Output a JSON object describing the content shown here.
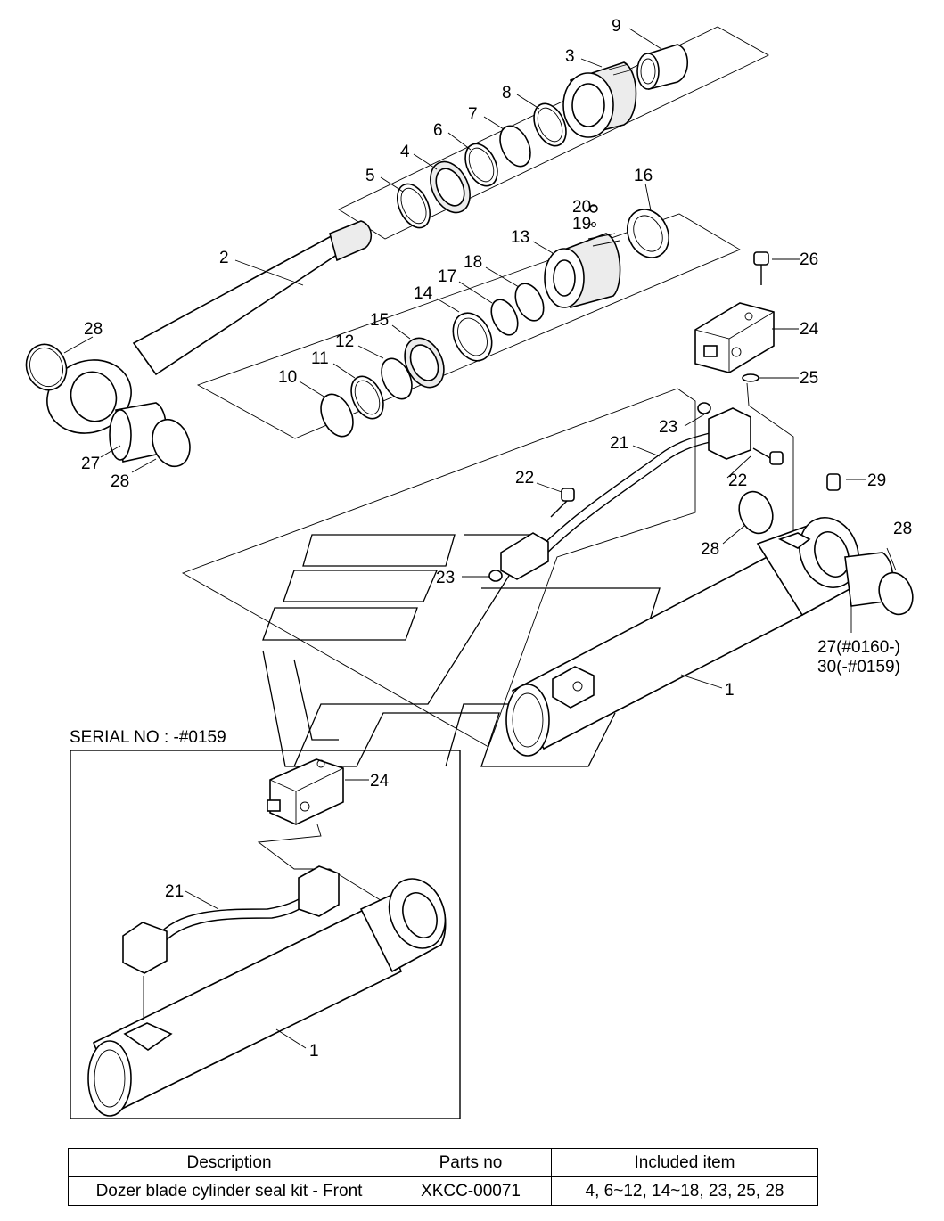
{
  "serial_note": "SERIAL NO : -#0159",
  "callouts": {
    "c1": "1",
    "c2": "2",
    "c3": "3",
    "c4": "4",
    "c5": "5",
    "c6": "6",
    "c7": "7",
    "c8": "8",
    "c9": "9",
    "c10": "10",
    "c11": "11",
    "c12": "12",
    "c13": "13",
    "c14": "14",
    "c15": "15",
    "c16": "16",
    "c17": "17",
    "c18": "18",
    "c19": "19",
    "c20": "20",
    "c21": "21",
    "c22": "22",
    "c23": "23",
    "c24": "24",
    "c25": "25",
    "c26": "26",
    "c27": "27",
    "c28": "28",
    "c29": "29",
    "c27_serial": "27(#0160-)",
    "c30_serial": "30(-#0159)"
  },
  "table": {
    "headers": [
      "Description",
      "Parts no",
      "Included item"
    ],
    "rows": [
      [
        "Dozer blade cylinder seal kit - Front",
        "XKCC-00071",
        "4, 6~12, 14~18, 23, 25, 28"
      ]
    ]
  }
}
